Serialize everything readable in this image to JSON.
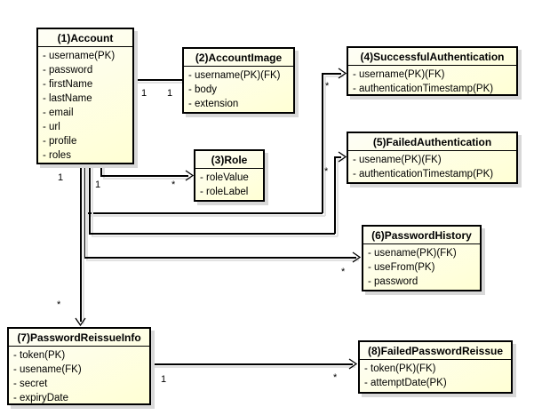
{
  "diagram": {
    "type": "uml-class-diagram",
    "entities": [
      {
        "id": "account",
        "title": "(1)Account",
        "attributes": [
          "- username(PK)",
          "- password",
          "- firstName",
          "- lastName",
          "- email",
          "- url",
          "- profile",
          "- roles"
        ]
      },
      {
        "id": "account-image",
        "title": "(2)AccountImage",
        "attributes": [
          "- username(PK)(FK)",
          "- body",
          "- extension"
        ]
      },
      {
        "id": "role",
        "title": "(3)Role",
        "attributes": [
          "- roleValue",
          "- roleLabel"
        ]
      },
      {
        "id": "successful-authentication",
        "title": "(4)SuccessfulAuthentication",
        "attributes": [
          "- username(PK)(FK)",
          "- authenticationTimestamp(PK)"
        ]
      },
      {
        "id": "failed-authentication",
        "title": "(5)FailedAuthentication",
        "attributes": [
          "- usename(PK)(FK)",
          "- authenticationTimestamp(PK)"
        ]
      },
      {
        "id": "password-history",
        "title": "(6)PasswordHistory",
        "attributes": [
          "- usename(PK)(FK)",
          "- useFrom(PK)",
          "- password"
        ]
      },
      {
        "id": "password-reissue-info",
        "title": "(7)PasswordReissueInfo",
        "attributes": [
          "- token(PK)",
          "- usename(FK)",
          "- secret",
          "- expiryDate"
        ]
      },
      {
        "id": "failed-password-reissue",
        "title": "(8)FailedPasswordReissue",
        "attributes": [
          "- token(PK)(FK)",
          "- attemptDate(PK)"
        ]
      }
    ],
    "relations": [
      {
        "from": "account",
        "to": "account-image",
        "source_label": "1",
        "target_label": "1",
        "arrow": false
      },
      {
        "from": "account",
        "to": "role",
        "source_label": "1",
        "target_label": "*",
        "arrow": true
      },
      {
        "from": "account",
        "to": "successful-authentication",
        "source_label": "",
        "target_label": "*",
        "arrow": true
      },
      {
        "from": "account",
        "to": "failed-authentication",
        "source_label": "",
        "target_label": "*",
        "arrow": true
      },
      {
        "from": "account",
        "to": "password-history",
        "source_label": "",
        "target_label": "*",
        "arrow": true
      },
      {
        "from": "account",
        "to": "password-reissue-info",
        "source_label": "1",
        "target_label": "*",
        "arrow": true
      },
      {
        "from": "password-reissue-info",
        "to": "failed-password-reissue",
        "source_label": "1",
        "target_label": "*",
        "arrow": true
      }
    ],
    "colors": {
      "box_fill_top": "#FEFEF6",
      "box_fill_bottom": "#FFFFD4",
      "box_border": "#000000",
      "box_shadow": "#D8D8D8",
      "connector": "#000000",
      "background": "#FFFFFF"
    }
  }
}
